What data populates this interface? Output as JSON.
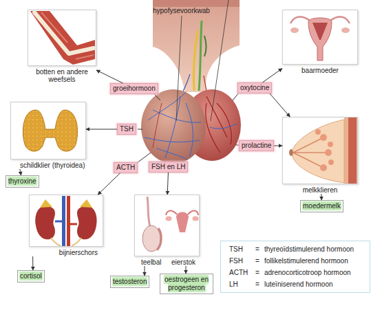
{
  "diagram": {
    "nodes": [
      {
        "text": [
          "botten en andere weefsels"
        ]
      },
      {
        "text": [
          "groeihormoon"
        ]
      },
      {
        "text": [
          "baarmoeder"
        ]
      },
      {
        "text": [
          "oxytocine"
        ]
      },
      {
        "text": [
          "schildklier (thyroidea)"
        ]
      },
      {
        "text": [
          "TSH"
        ]
      },
      {
        "text": [
          "prolactine"
        ]
      },
      {
        "text": [
          "melkklieren"
        ]
      },
      {
        "text": [
          "thyroxine"
        ]
      },
      {
        "text": [
          "ACTH"
        ]
      },
      {
        "text": [
          "FSH en LH"
        ]
      },
      {
        "text": [
          "moedermelk"
        ]
      },
      {
        "text": [
          "bijnierschors"
        ]
      },
      {
        "text": [
          "teelbal",
          "eierstok"
        ]
      },
      {
        "text": [
          "cortisol"
        ]
      },
      {
        "text": [
          "testosteron"
        ]
      },
      {
        "text": [
          "oestrogeen en progesteron"
        ]
      }
    ],
    "edges": [
      {
        "from": 1,
        "to": 0,
        "arrow": "to"
      },
      {
        "from": 3,
        "to": 2,
        "arrow": "to"
      },
      {
        "from": 3,
        "to": 7,
        "arrow": "to"
      },
      {
        "from": 5,
        "to": 4,
        "arrow": "to"
      },
      {
        "from": 6,
        "to": 7,
        "arrow": "to"
      },
      {
        "from": 4,
        "to": 8,
        "arrow": "to"
      },
      {
        "from": 9,
        "to": 12,
        "arrow": "to"
      },
      {
        "from": 10,
        "to": 13,
        "arrow": "to"
      },
      {
        "from": 7,
        "to": 11,
        "arrow": "to"
      },
      {
        "from": 12,
        "to": 14,
        "arrow": "to"
      },
      {
        "from": 13,
        "to": 15,
        "arrow": "to"
      },
      {
        "from": 13,
        "to": 16,
        "arrow": "to"
      }
    ],
    "labels": [
      "hypofysevoorkwab",
      "TSH",
      "=",
      "thyreoïdstimulerend hormoon",
      "FSH",
      "=",
      "follikelstimulerend hormoon",
      "ACTH",
      "=",
      "adrenocorticotroop hormoon",
      "LH",
      "=",
      "luteïniserend hormoon"
    ]
  }
}
